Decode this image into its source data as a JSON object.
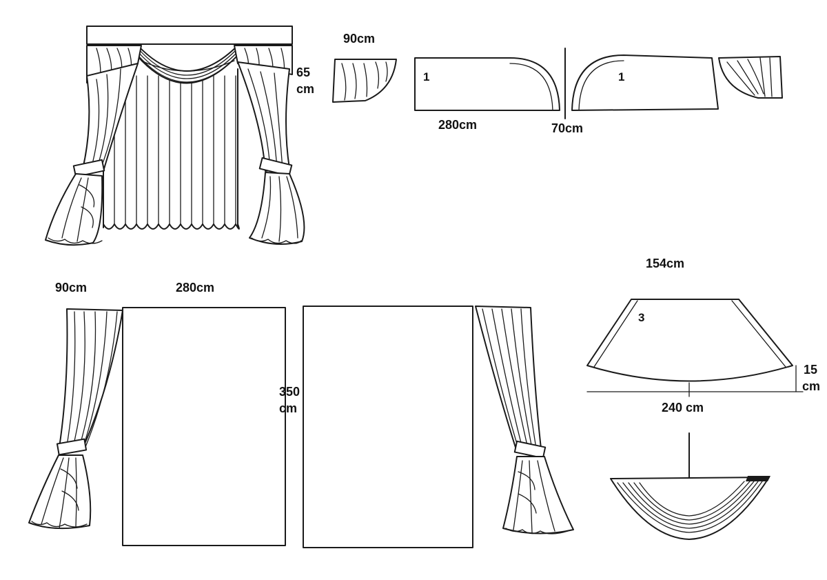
{
  "diagram": {
    "assembled_view": {
      "valance_drop": "65",
      "valance_drop_unit": "cm"
    },
    "swag_pieces": {
      "width": "90cm",
      "length": "280cm",
      "height": "70cm",
      "piece_left_number": "1",
      "piece_right_number": "1"
    },
    "curtain_panels": {
      "side_width": "90cm",
      "panel_width": "280cm",
      "panel_height": "350",
      "panel_height_unit": "cm"
    },
    "center_swag": {
      "top_width": "154cm",
      "piece_number": "3",
      "depth": "15",
      "depth_unit": "cm",
      "bottom_width": "240 cm"
    }
  },
  "colors": {
    "ink": "#1a1a1a",
    "paper": "#ffffff"
  }
}
